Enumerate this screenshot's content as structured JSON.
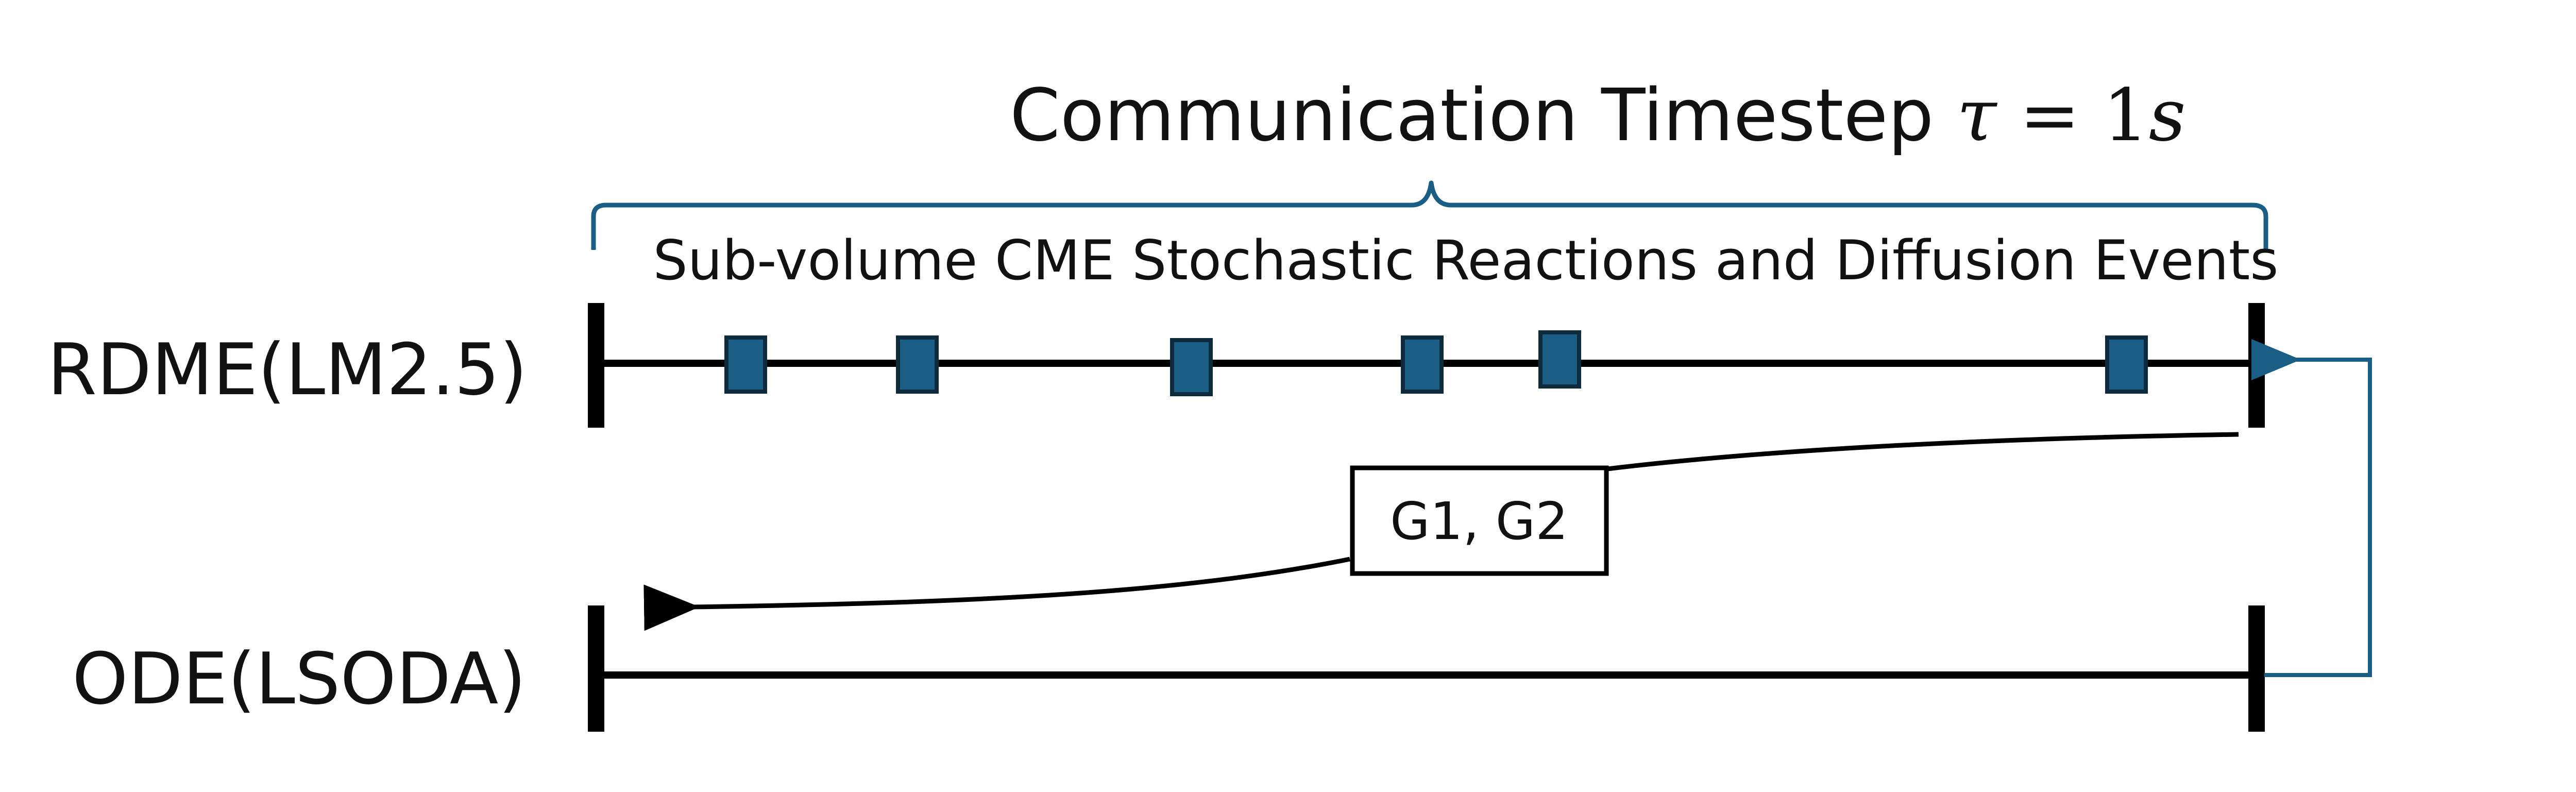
{
  "title": {
    "prefix": "Communication Timestep ",
    "tau": "τ",
    "equals": " = 1",
    "unit": "s"
  },
  "brace_label": "Sub-volume CME Stochastic Reactions and Diffusion Events",
  "rows": {
    "rdme": {
      "label": "RDME(LM2.5)"
    },
    "ode": {
      "label": "ODE(LSODA)"
    }
  },
  "transfer_box": {
    "label": "G1, G2"
  },
  "colors": {
    "event_fill": "#1a5e85",
    "event_stroke": "#0d2b3d",
    "brace": "#1a5e85",
    "feedback_arrow": "#1a5e85",
    "line": "#000000"
  },
  "icons": {
    "event_marker": "square",
    "transfer_arrow": "curved-arrow",
    "feedback_arrow": "elbow-arrow"
  },
  "events": {
    "count": 6
  }
}
